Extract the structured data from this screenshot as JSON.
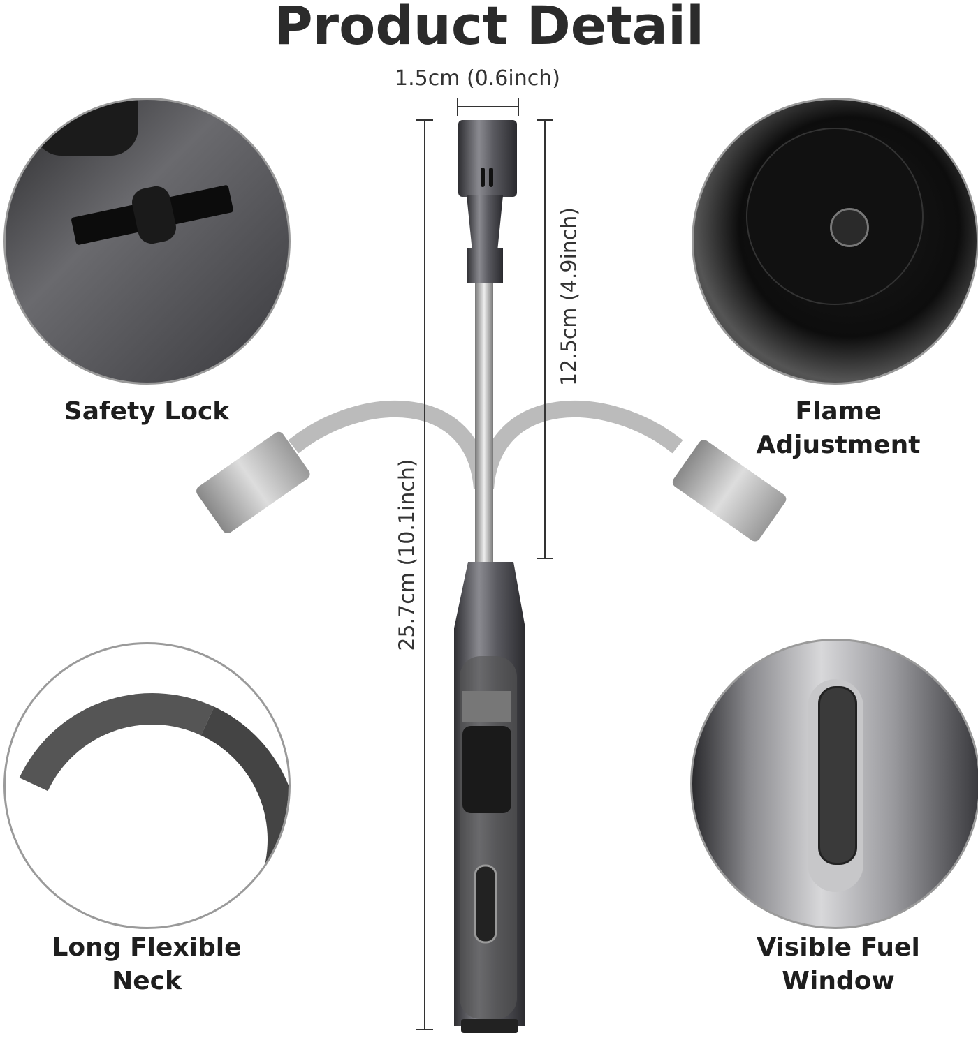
{
  "title": "Product Detail",
  "dimensions": {
    "head_width": "1.5cm (0.6inch)",
    "neck_length": "12.5cm (4.9inch)",
    "total_length": "25.7cm (10.1inch)"
  },
  "features": [
    {
      "line1": "Safety Lock",
      "line2": ""
    },
    {
      "line1": "Flame",
      "line2": "Adjustment"
    },
    {
      "line1": "Long Flexible",
      "line2": "Neck"
    },
    {
      "line1": "Visible Fuel",
      "line2": "Window"
    }
  ],
  "colors": {
    "metal_dark": "#4a4a4e",
    "metal_light": "#b8b8b8",
    "text": "#2b2b2b"
  }
}
